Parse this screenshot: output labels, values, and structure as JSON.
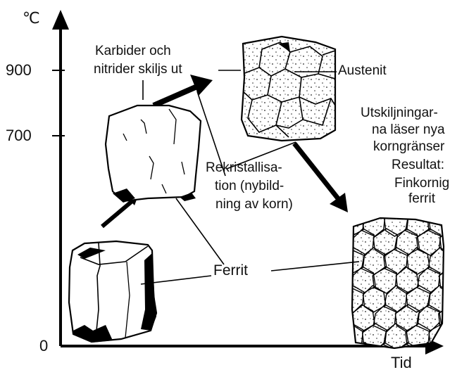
{
  "axes": {
    "y_unit": "℃",
    "x_label": "Tid",
    "ticks": [
      "900",
      "700",
      "0"
    ]
  },
  "labels": {
    "karbider_line1": "Karbider och",
    "karbider_line2": "nitrider skiljs ut",
    "austenit": "Austenit",
    "utskilj_line1": "Utskiljningar-",
    "utskilj_line2": "na läser nya",
    "utskilj_line3": "korngränser",
    "resultat_line1": "Resultat:",
    "resultat_line2": "Finkornig",
    "resultat_line3": "ferrit",
    "rekrist_line1": "Rekristallisa-",
    "rekrist_line2": "tion (nybild-",
    "rekrist_line3": "ning av korn)",
    "ferrit": "Ferrit"
  }
}
